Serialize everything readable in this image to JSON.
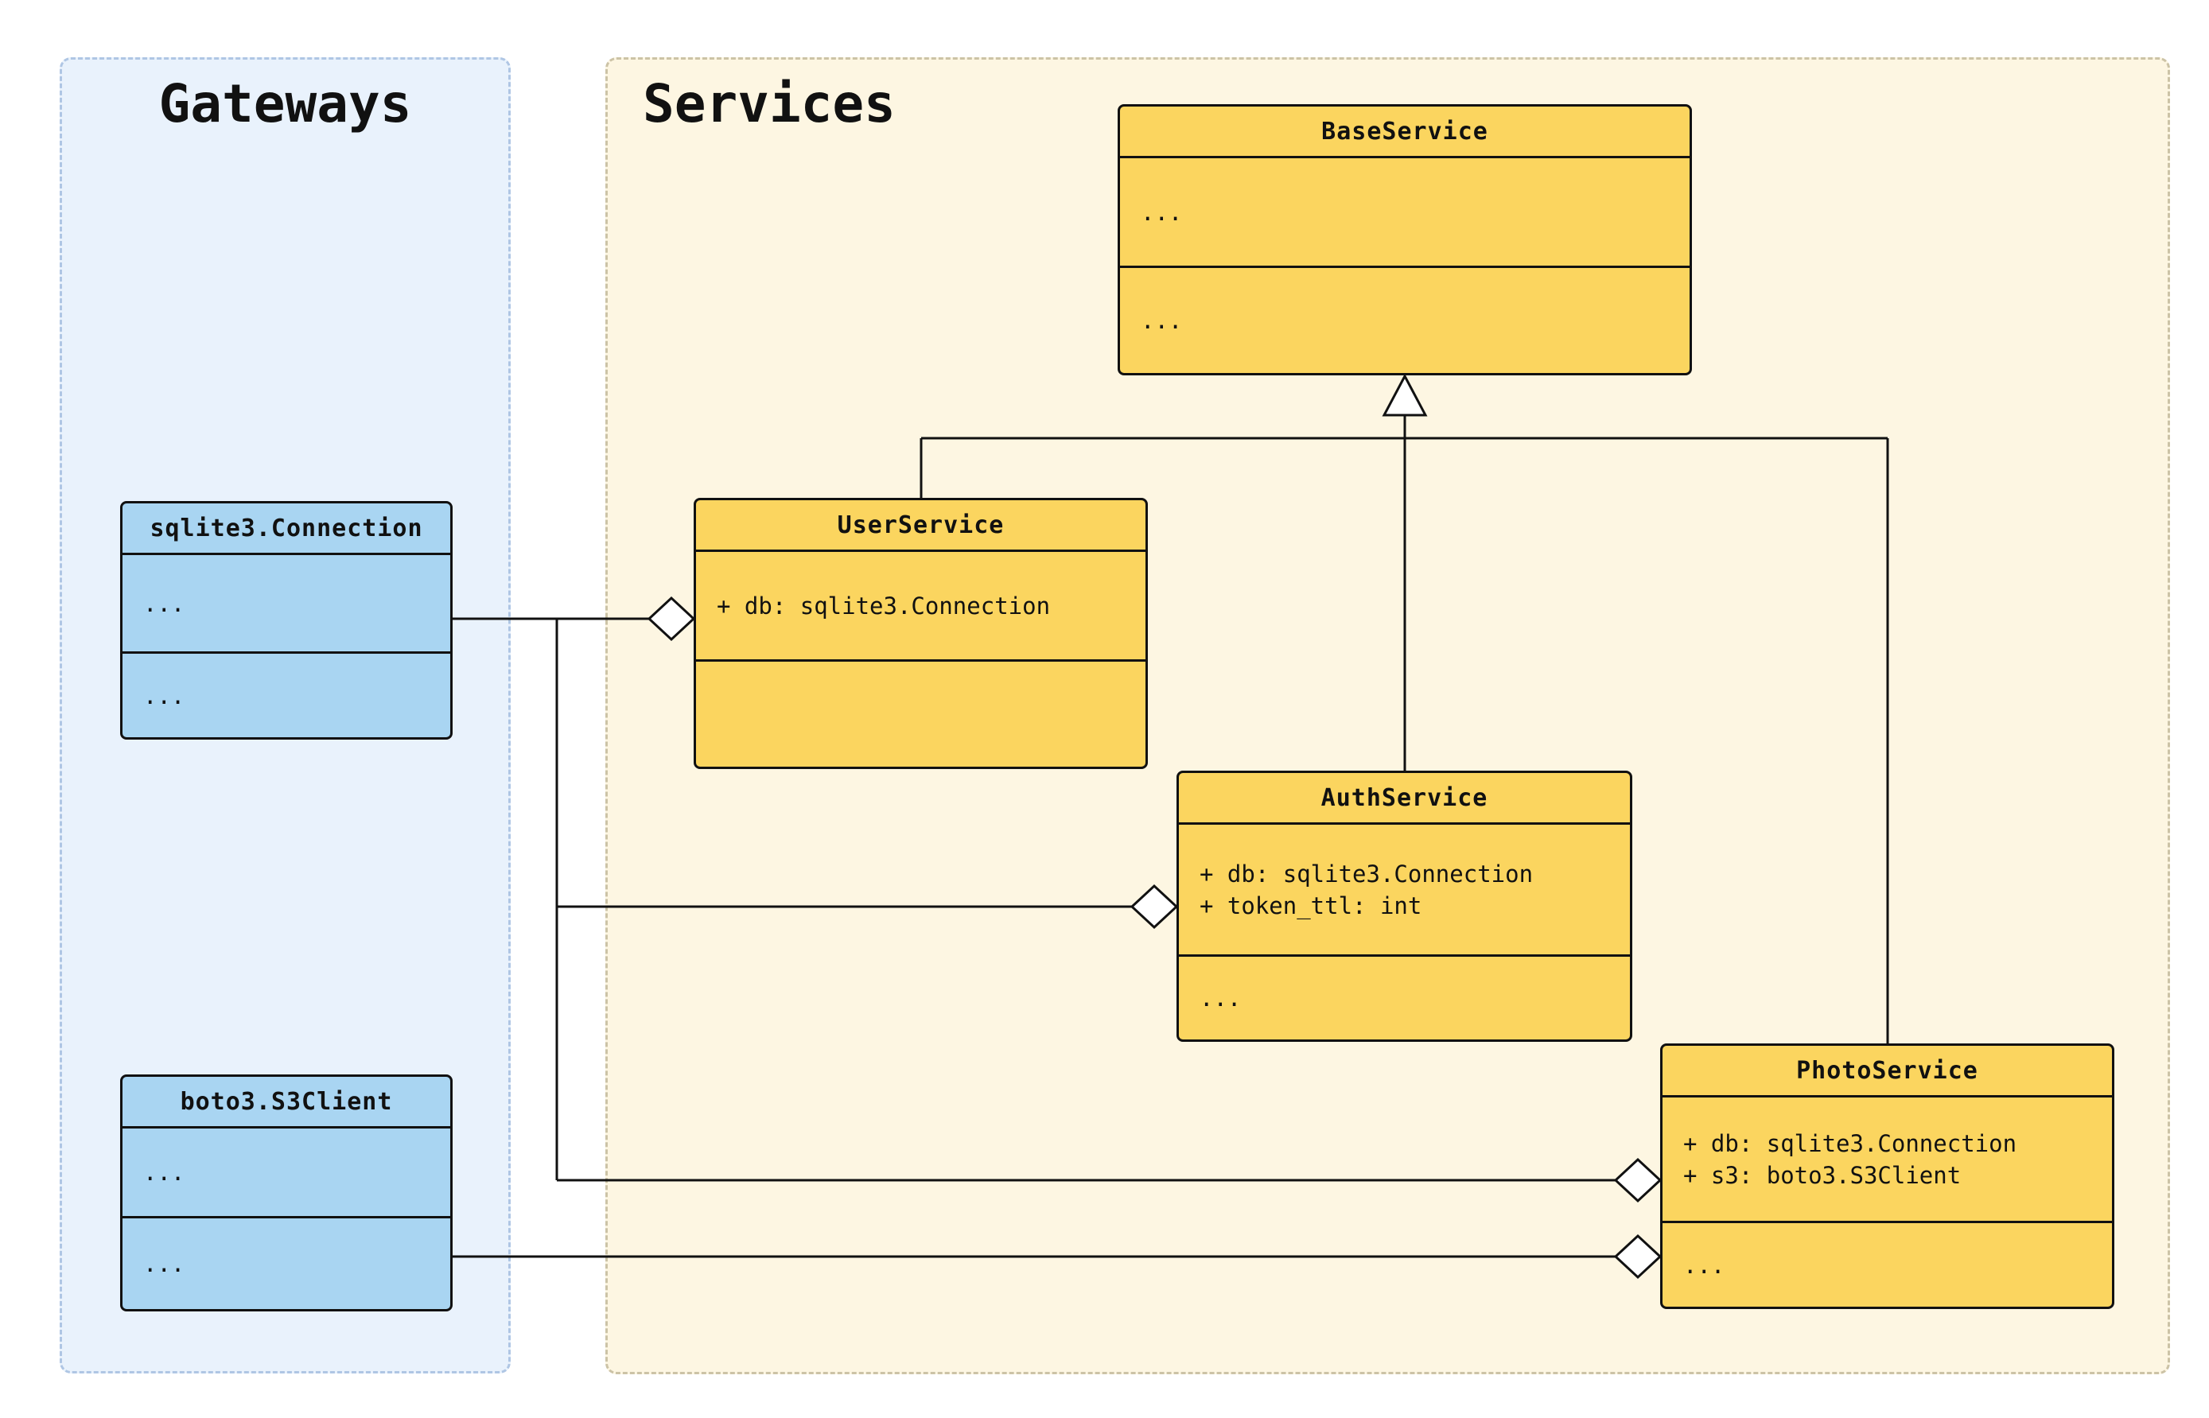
{
  "groups": {
    "gateways": {
      "title": "Gateways"
    },
    "services": {
      "title": "Services"
    }
  },
  "classes": {
    "sqlite3_connection": {
      "name": "sqlite3.Connection",
      "attributes": [
        "..."
      ],
      "methods": [
        "..."
      ]
    },
    "boto3_s3client": {
      "name": "boto3.S3Client",
      "attributes": [
        "..."
      ],
      "methods": [
        "..."
      ]
    },
    "base_service": {
      "name": "BaseService",
      "attributes": [
        "..."
      ],
      "methods": [
        "..."
      ]
    },
    "user_service": {
      "name": "UserService",
      "attributes": [
        "+ db: sqlite3.Connection"
      ],
      "methods": []
    },
    "auth_service": {
      "name": "AuthService",
      "attributes": [
        "+ db: sqlite3.Connection",
        "+ token_ttl: int"
      ],
      "methods": [
        "..."
      ]
    },
    "photo_service": {
      "name": "PhotoService",
      "attributes": [
        "+ db: sqlite3.Connection",
        "+ s3: boto3.S3Client"
      ],
      "methods": [
        "..."
      ]
    }
  },
  "relationships": [
    {
      "type": "inheritance",
      "child": "UserService",
      "parent": "BaseService"
    },
    {
      "type": "inheritance",
      "child": "AuthService",
      "parent": "BaseService"
    },
    {
      "type": "inheritance",
      "child": "PhotoService",
      "parent": "BaseService"
    },
    {
      "type": "aggregation",
      "whole": "UserService",
      "part": "sqlite3.Connection"
    },
    {
      "type": "aggregation",
      "whole": "AuthService",
      "part": "sqlite3.Connection"
    },
    {
      "type": "aggregation",
      "whole": "PhotoService",
      "part": "sqlite3.Connection"
    },
    {
      "type": "aggregation",
      "whole": "PhotoService",
      "part": "boto3.S3Client"
    }
  ],
  "colors": {
    "services_class_fill": "#FBD55F",
    "gateways_class_fill": "#A9D5F2",
    "services_group_bg": "#FDF6E2",
    "gateways_group_bg": "#E9F2FC",
    "services_group_border": "#CCC3A6",
    "gateways_group_border": "#AFC6E4",
    "stroke": "#111111"
  }
}
